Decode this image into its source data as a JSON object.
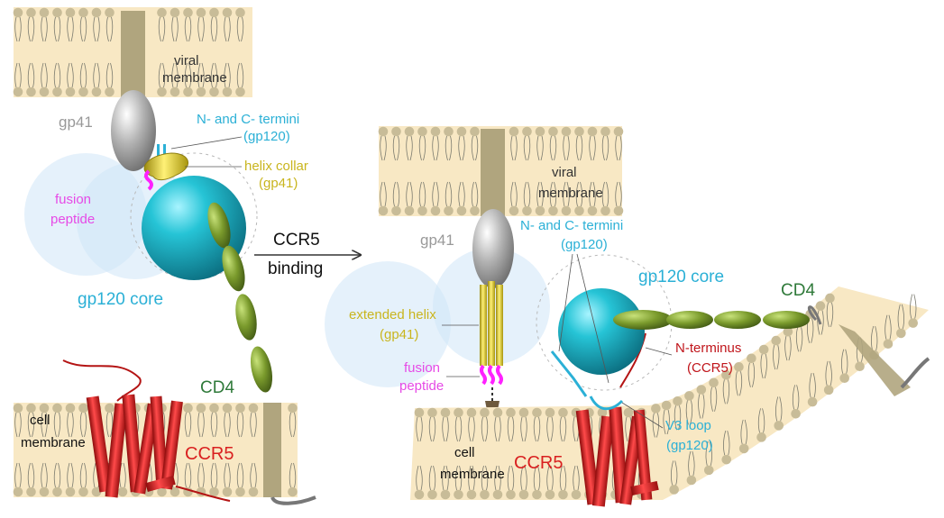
{
  "left_panel": {
    "viral_membrane_label": [
      "viral",
      "membrane"
    ],
    "gp41_label": "gp41",
    "termini_label": [
      "N- and C- termini",
      "(gp120)"
    ],
    "helix_collar_label": [
      "helix collar",
      "(gp41)"
    ],
    "fusion_peptide_label": [
      "fusion",
      "peptide"
    ],
    "gp120_core_label": "gp120 core",
    "cd4_label": "CD4",
    "cell_membrane_label": [
      "cell",
      "membrane"
    ],
    "ccr5_label": "CCR5"
  },
  "transition": {
    "label": [
      "CCR5",
      "binding"
    ]
  },
  "right_panel": {
    "viral_membrane_label": [
      "viral",
      "membrane"
    ],
    "gp41_label": "gp41",
    "termini_label": [
      "N- and C- termini",
      "(gp120)"
    ],
    "gp120_core_label": "gp120 core",
    "cd4_label": "CD4",
    "extended_helix_label": [
      "extended helix",
      "(gp41)"
    ],
    "fusion_peptide_label": [
      "fusion",
      "peptide"
    ],
    "n_terminus_label": [
      "N-terminus",
      "(CCR5)"
    ],
    "v3_loop_label": [
      "V3 loop",
      "(gp120)"
    ],
    "cell_membrane_label": [
      "cell",
      "membrane"
    ],
    "ccr5_label": "CCR5"
  },
  "colors": {
    "membrane_bg": "#f8e8c4",
    "lipid_head": "#c8bc98",
    "lipid_tail": "#7a7a6e",
    "tm_helix": "#b0a57e",
    "gp41_grey": "#a9a9a9",
    "gp120_teal": "#1aa3b5",
    "cd4_green": "#6e8e25",
    "ccr5_red": "#d41c1c",
    "fusion_magenta": "#ff21ff",
    "helix_yellow": "#d9c41c",
    "label_cyan": "#2bb0d6",
    "label_yellow": "#c9b51e",
    "label_magenta": "#e64ae6",
    "label_green": "#2f7a3a",
    "label_red": "#d92020",
    "label_grey": "#999999"
  }
}
